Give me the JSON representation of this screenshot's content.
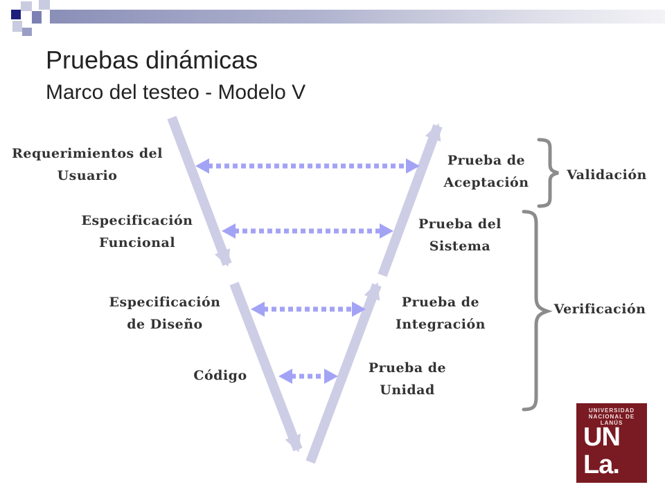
{
  "title": "Pruebas dinámicas",
  "subtitle": "Marco del testeo - Modelo V",
  "left_labels": [
    {
      "line1": "Requerimientos del",
      "line2": "Usuario"
    },
    {
      "line1": "Especificación",
      "line2": "Funcional"
    },
    {
      "line1": "Especificación",
      "line2": "de Diseño"
    },
    {
      "line1": "Código"
    }
  ],
  "right_labels": [
    {
      "line1": "Prueba de",
      "line2": "Aceptación"
    },
    {
      "line1": "Prueba del",
      "line2": "Sistema"
    },
    {
      "line1": "Prueba de",
      "line2": "Integración"
    },
    {
      "line1": "Prueba de",
      "line2": "Unidad"
    }
  ],
  "validacion": "Validación",
  "verificacion": "Verificación",
  "logo": {
    "seal": "UNIVERSIDAD NACIONAL DE LANÚS",
    "line1": "UN",
    "line2": "La."
  },
  "colors": {
    "v_arrows": "#cdcde6",
    "link_arrows": "#a3a3f5",
    "braces": "#8c8c8c",
    "logo_background": "#7a1a22"
  }
}
